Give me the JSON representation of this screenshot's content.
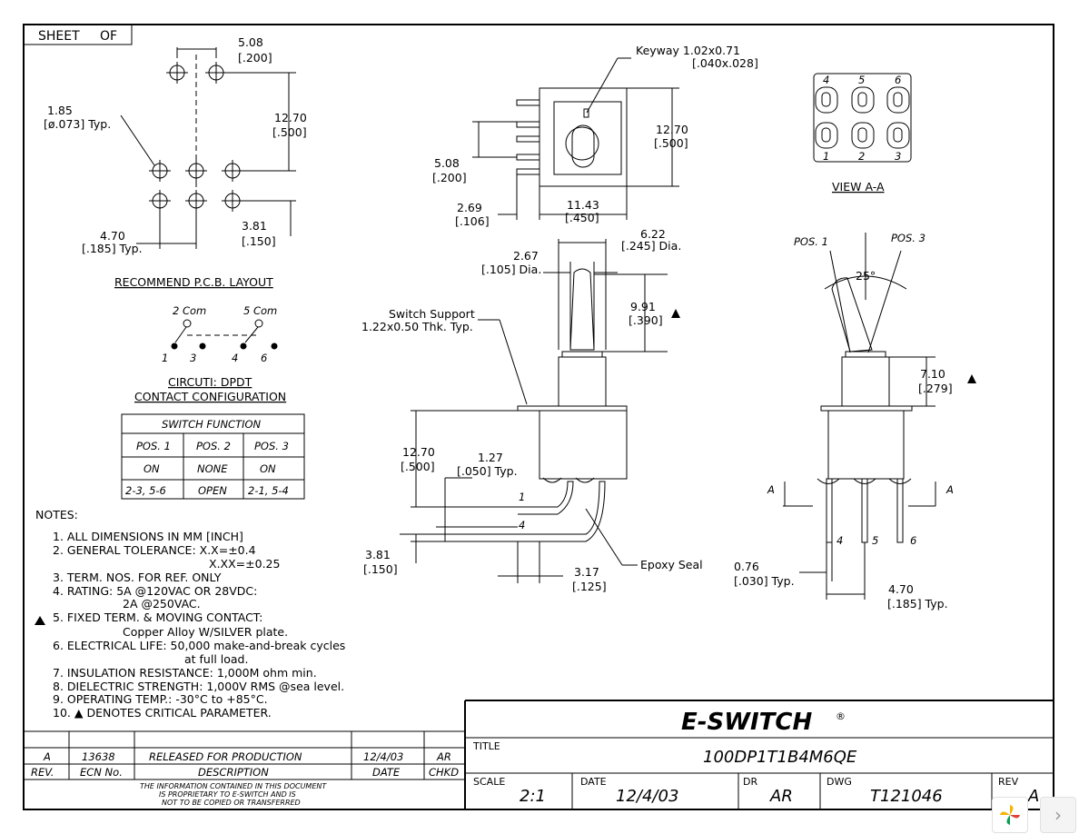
{
  "sheet": {
    "label": "SHEET",
    "of": "OF"
  },
  "pcb": {
    "dim_top_mm": "5.08",
    "dim_top_in": "[.200]",
    "dim_hole_mm": "1.85",
    "dim_hole_in": "[ø.073] Typ.",
    "dim_right_mm": "12.70",
    "dim_right_in": "[.500]",
    "dim_bottom_mm": "4.70",
    "dim_bottom_in": "[.185] Typ.",
    "dim_br_mm": "3.81",
    "dim_br_in": "[.150]",
    "caption": "RECOMMEND P.C.B. LAYOUT"
  },
  "circuit": {
    "com2": "2 Com",
    "com5": "5 Com",
    "p1": "1",
    "p3": "3",
    "p4": "4",
    "p6": "6",
    "caption1": "CIRCUTI: DPDT",
    "caption2": "CONTACT CONFIGURATION"
  },
  "switch_function": {
    "title": "SWITCH FUNCTION",
    "headers": [
      "POS. 1",
      "POS. 2",
      "POS. 3"
    ],
    "row1": [
      "ON",
      "NONE",
      "ON"
    ],
    "row2": [
      "2-3, 5-6",
      "OPEN",
      "2-1, 5-4"
    ]
  },
  "notes": {
    "heading": "NOTES:",
    "lines": [
      "1.  ALL DIMENSIONS IN MM [INCH]",
      "2.  GENERAL TOLERANCE:  X.X=±0.4",
      "X.XX=±0.25",
      "3.  TERM. NOS. FOR REF. ONLY",
      "4.  RATING: 5A @120VAC OR 28VDC:",
      "2A @250VAC.",
      "5.  FIXED TERM. & MOVING CONTACT:",
      "Copper Alloy W/SILVER plate.",
      "6.  ELECTRICAL LIFE: 50,000 make-and-break cycles",
      "at full load.",
      "7.  INSULATION RESISTANCE: 1,000M ohm min.",
      "8.  DIELECTRIC STRENGTH: 1,000V RMS @sea level.",
      "9.  OPERATING TEMP.: -30°C to +85°C.",
      "10.  ▲ DENOTES CRITICAL PARAMETER."
    ]
  },
  "side_view": {
    "keyway": "Keyway 1.02x0.71",
    "keyway_in": "[.040x.028]",
    "h_mm": "12.70",
    "h_in": "[.500]",
    "pin_mm": "5.08",
    "pin_in": "[.200]",
    "w_mm": "11.43",
    "w_in": "[.450]",
    "off_mm": "2.69",
    "off_in": "[.106]"
  },
  "front_view": {
    "d1_mm": "6.22",
    "d1_in": "[.245] Dia.",
    "d2_mm": "2.67",
    "d2_in": "[.105] Dia.",
    "lever_mm": "9.91",
    "lever_in": "[.390]",
    "support1": "Switch Support",
    "support2": "1.22x0.50 Thk. Typ.",
    "body_mm": "12.70",
    "body_in": "[.500]",
    "t_mm": "1.27",
    "t_in": "[.050] Typ.",
    "term1": "1",
    "term4": "4",
    "b_mm": "3.81",
    "b_in": "[.150]",
    "epoxy": "Epoxy Seal",
    "c_mm": "3.17",
    "c_in": "[.125]"
  },
  "view_aa": {
    "top": [
      "4",
      "5",
      "6"
    ],
    "bottom": [
      "1",
      "2",
      "3"
    ],
    "caption": "VIEW A-A"
  },
  "pos_view": {
    "pos1": "POS. 1",
    "pos3": "POS. 3",
    "angle": "25°",
    "h_mm": "7.10",
    "h_in": "[.279]",
    "a": "A",
    "pin4": "4",
    "pin5": "5",
    "pin6": "6",
    "p_mm": "0.76",
    "p_in": "[.030] Typ.",
    "s_mm": "4.70",
    "s_in": "[.185] Typ."
  },
  "revision_table": {
    "row": [
      "A",
      "13638",
      "RELEASED FOR PRODUCTION",
      "12/4/03",
      "AR"
    ],
    "header": [
      "REV.",
      "ECN No.",
      "DESCRIPTION",
      "DATE",
      "CHKD"
    ],
    "notice1": "THE INFORMATION CONTAINED IN THIS DOCUMENT",
    "notice2": "IS PROPRIETARY TO E-SWITCH AND IS",
    "notice3": "NOT TO BE COPIED OR TRANSFERRED"
  },
  "title_block": {
    "logo": "E-SWITCH",
    "reg": "®",
    "title_label": "TITLE",
    "title": "100DP1T1B4M6QE",
    "scale_label": "SCALE",
    "scale": "2:1",
    "date_label": "DATE",
    "date": "12/4/03",
    "dr_label": "DR",
    "dr": "AR",
    "dwg_label": "DWG",
    "dwg": "T121046",
    "rev_label": "REV",
    "rev": "A"
  },
  "viewer": {
    "next": "›"
  }
}
